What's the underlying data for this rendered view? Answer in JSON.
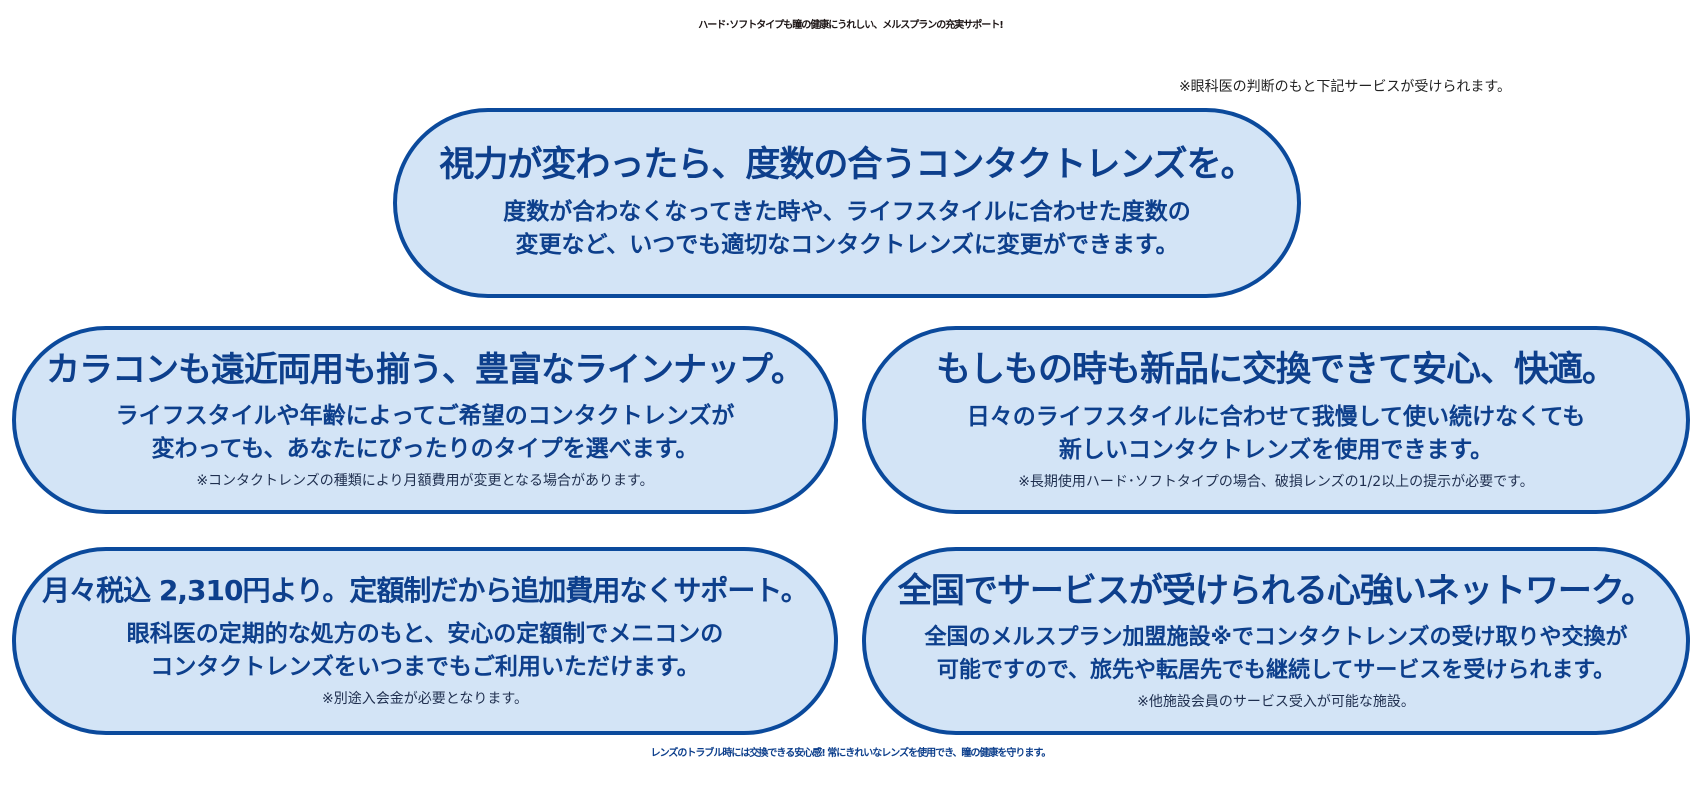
{
  "title": "ハード･ソフトタイプも瞳の健康にうれしい、メルスプランの充実サポート!",
  "top_note": "※眼科医の判断のもと下記サービスが受けられます。",
  "cards": [
    {
      "heading": "視力が変わったら、度数の合うコンタクトレンズを。",
      "lines": [
        "度数が合わなくなってきた時や、ライフスタイルに合わせた度数の",
        "変更など、いつでも適切なコンタクトレンズに変更ができます。"
      ],
      "note": ""
    },
    {
      "heading": "カラコンも遠近両用も揃う、豊富なラインナップ。",
      "lines": [
        "ライフスタイルや年齢によってご希望のコンタクトレンズが",
        "変わっても、あなたにぴったりのタイプを選べます。"
      ],
      "note": "※コンタクトレンズの種類により月額費用が変更となる場合があります。"
    },
    {
      "heading": "もしもの時も新品に交換できて安心、快適。",
      "lines": [
        "日々のライフスタイルに合わせて我慢して使い続けなくても",
        "新しいコンタクトレンズを使用できます。"
      ],
      "note": "※長期使用ハード･ソフトタイプの場合、破損レンズの1/2以上の提示が必要です。"
    },
    {
      "heading": "月々税込 2,310円より。定額制だから追加費用なくサポート。",
      "lines": [
        "眼科医の定期的な処方のもと、安心の定額制でメニコンの",
        "コンタクトレンズをいつまでもご利用いただけます。"
      ],
      "note": "※別途入会金が必要となります。"
    },
    {
      "heading": "全国でサービスが受けられる心強いネットワーク。",
      "lines": [
        "全国のメルスプラン加盟施設※でコンタクトレンズの受け取りや交換が",
        "可能ですので、旅先や転居先でも継続してサービスを受けられます。"
      ],
      "note": "※他施設会員のサービス受入が可能な施設。"
    }
  ],
  "bottom_line": "レンズのトラブル時には交換できる安心感! 常にきれいなレンズを使用でき、瞳の健康を守ります。",
  "colors": {
    "pill_fill": "#d3e4f6",
    "pill_border": "#0b4a9c",
    "accent_text": "#0d3f8c",
    "title_text": "#1c1414"
  }
}
